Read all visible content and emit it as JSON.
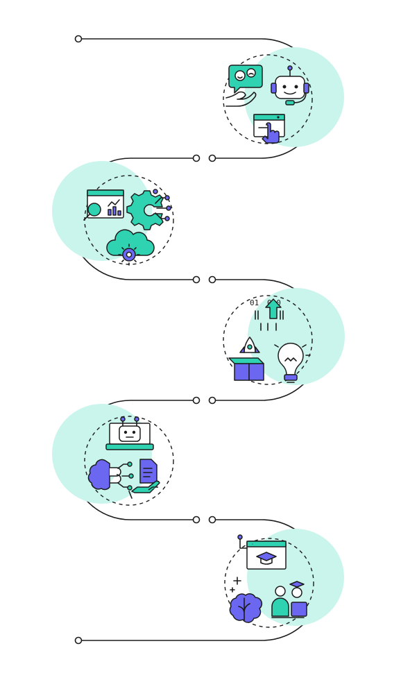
{
  "colors": {
    "line": "#1b1b1b",
    "blob": "#c9f5ec",
    "teal": "#2fd3b1",
    "purple": "#6b67f0",
    "white": "#ffffff"
  },
  "steps": [
    {
      "side": "right",
      "icons": [
        "chat-feedback-icon",
        "chatbot-icon",
        "web-click-icon"
      ]
    },
    {
      "side": "left",
      "icons": [
        "analytics-dashboard-icon",
        "ai-gear-icon",
        "cloud-settings-icon"
      ]
    },
    {
      "side": "right",
      "icons": [
        "binary-upload-icon",
        "startup-rocket-icon",
        "idea-bulb-icon"
      ]
    },
    {
      "side": "left",
      "icons": [
        "robot-laptop-icon",
        "ai-brain-icon",
        "document-hand-icon"
      ]
    },
    {
      "side": "right",
      "icons": [
        "online-education-icon",
        "smart-brain-icon",
        "student-teacher-icon"
      ]
    }
  ]
}
